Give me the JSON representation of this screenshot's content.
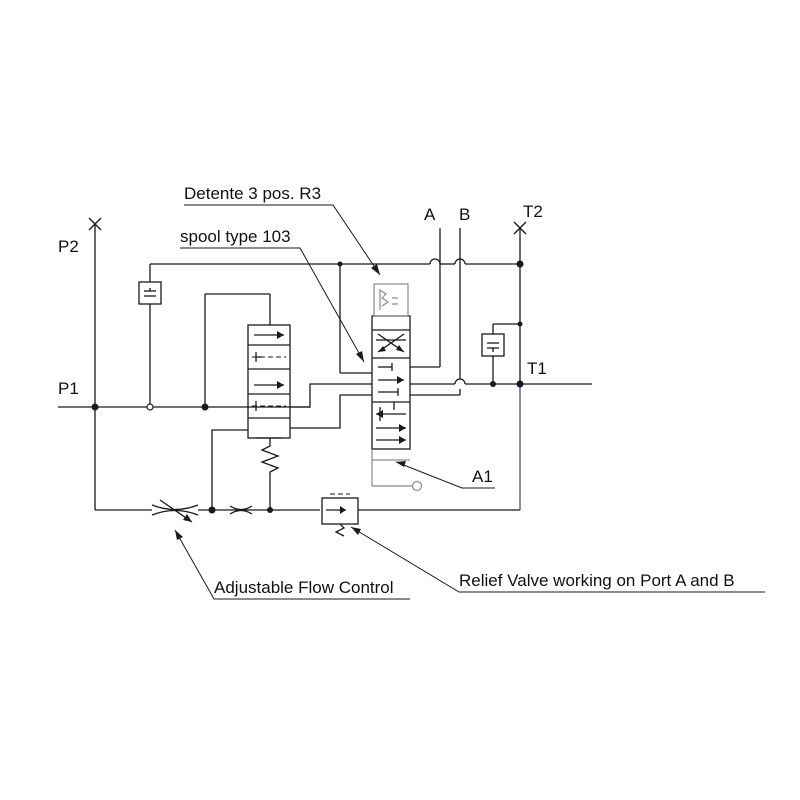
{
  "ports": {
    "p2": "P2",
    "p1": "P1",
    "a": "A",
    "b": "B",
    "t2": "T2",
    "t1": "T1",
    "a1": "A1"
  },
  "callouts": {
    "detente": "Detente 3 pos. R3",
    "spool": "spool type 103",
    "flow_control": "Adjustable Flow Control",
    "relief_valve": "Relief Valve working on Port A and B"
  }
}
